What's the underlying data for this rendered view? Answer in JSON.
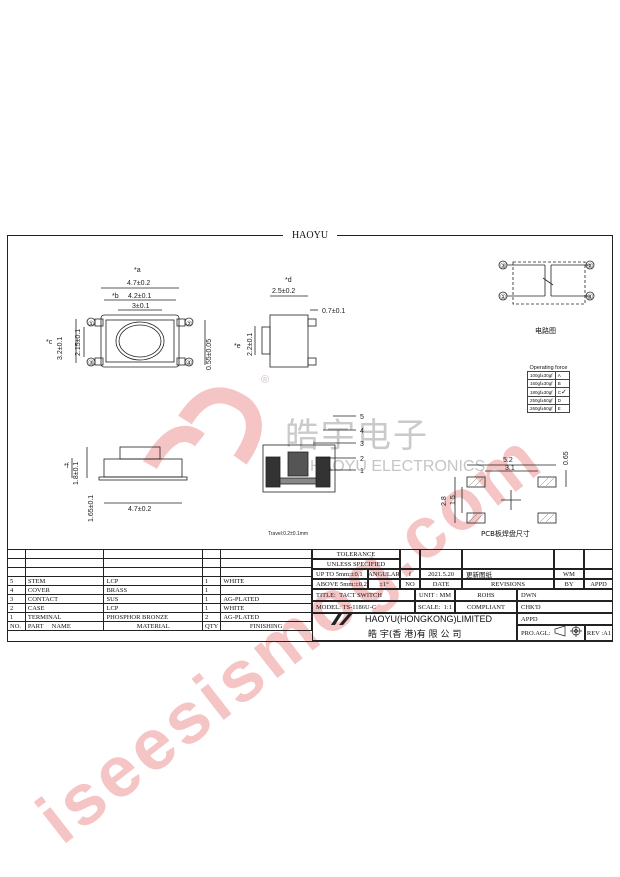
{
  "frame_title": "HAOYU",
  "watermark": {
    "main": "iseesismog.com",
    "cn": "皓宇电子",
    "en": "HAOYU ELECTRONICS",
    "reg": "®"
  },
  "dims": {
    "a_marker": "*a",
    "a": "4.7±0.2",
    "b_marker": "*b",
    "b": "4.2±0.1",
    "inner": "3±0.1",
    "c_marker": "*c",
    "c": "3.2±0.1",
    "c2": "2.15±0.1",
    "side_h": "0.55±0.05",
    "d_marker": "*d",
    "d": "2.5±0.2",
    "d2": "0.7±0.1",
    "e_marker": "*e",
    "e": "2.2±0.1",
    "f_marker": "*f",
    "f": "1.8±0.1",
    "f2": "1.65±0.1",
    "bottom": "4.7±0.2",
    "travel": "Travel:0.2±0.1mm",
    "part_nums": [
      "5",
      "4",
      "3",
      "2",
      "1"
    ]
  },
  "schematic": {
    "label": "电路图",
    "pins": [
      "①",
      "②",
      "③",
      "④"
    ]
  },
  "operating_force": {
    "title": "Operating force",
    "rows": [
      {
        "v": "100gf±30gf",
        "k": "A"
      },
      {
        "v": "160gf±30gf",
        "k": "B"
      },
      {
        "v": "180gf±30gf",
        "k": "C",
        "checked": true
      },
      {
        "v": "250gf±50gf",
        "k": "D"
      },
      {
        "v": "260gf±50gf",
        "k": "E"
      }
    ]
  },
  "pcb": {
    "label": "PCB板焊盘尺寸",
    "w1": "5.2",
    "w2": "3.1",
    "h1": "0.65",
    "h2": "2.8",
    "h3": "1.5"
  },
  "bom": {
    "rows": [
      [
        "5",
        "STEM",
        "LCP",
        "1",
        "WHITE"
      ],
      [
        "4",
        "COVER",
        "BRASS",
        "1",
        ""
      ],
      [
        "3",
        "CONTACT",
        "SUS",
        "1",
        "AG-PLATED"
      ],
      [
        "2",
        "CASE",
        "LCP",
        "1",
        "WHITE"
      ],
      [
        "1",
        "TERMINAL",
        "PHOSPHOR BRONZE",
        "2",
        "AG-PLATED"
      ]
    ],
    "header": [
      "NO.",
      "PART",
      "NAME",
      "MATERIAL",
      "QTY",
      "FINISHING"
    ]
  },
  "title_block": {
    "tolerance": "TOLERANCE",
    "unless": "UNLESS SPECIFIED",
    "up_to": "UP TO 5mm:±0.1",
    "above": "ABOVE 5mm:±0.2",
    "angular": "ANGULAR",
    "angular_val": "±1°",
    "rev_mark": "f",
    "date_val": "2021.5.20",
    "rev_desc": "更新图纸",
    "no": "NO",
    "date": "DATE",
    "revisions": "REVISIONS",
    "wm": "WM",
    "by": "BY",
    "appd": "APPD",
    "title_lbl": "TITLE:",
    "title_val": "TACT SWITCH",
    "unit_lbl": "UNIT : MM",
    "rohs": "ROHS",
    "compliant": "COMPLIANT",
    "dwn": "DWN",
    "model_lbl": "MODEL:",
    "model_val": "TS-1186U-C",
    "scale_lbl": "SCALE:",
    "scale_val": "1:1",
    "chkd": "CHK'D",
    "appd2": "APPD",
    "company_en": "HAOYU(HONGKONG)LIMITED",
    "company_cn": "皓 宇(香 港)有 限 公 司",
    "pro_agl": "PRO.AGL:",
    "rev": "REV :A1"
  }
}
